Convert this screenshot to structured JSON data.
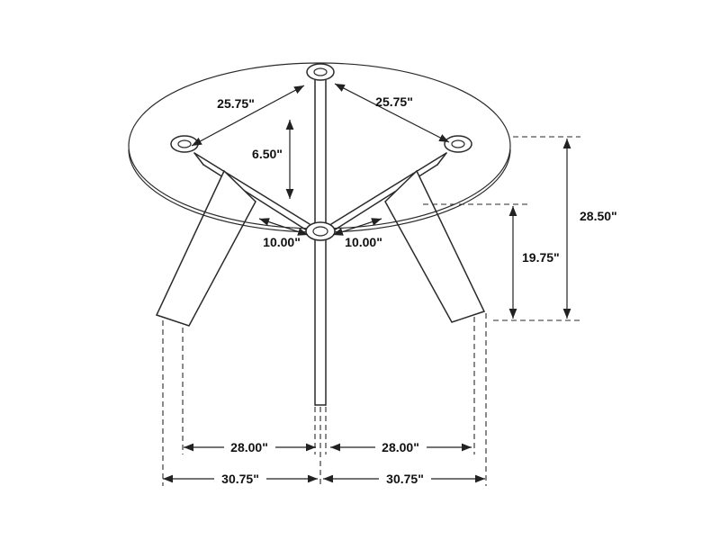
{
  "diagram": {
    "title": "Round glass-top dining table dimension drawing",
    "labels": {
      "diag_left": "25.75\"",
      "diag_right": "25.75\"",
      "apron_drop": "6.50\"",
      "hub_left": "10.00\"",
      "hub_right": "10.00\"",
      "overall_height": "28.50\"",
      "floor_to_frame": "19.75\"",
      "leg_span_left": "28.00\"",
      "leg_span_right": "28.00\"",
      "base_width_left": "30.75\"",
      "base_width_right": "30.75\""
    },
    "colors": {
      "line": "#2a2a2a",
      "text": "#111111",
      "background": "#ffffff"
    }
  }
}
